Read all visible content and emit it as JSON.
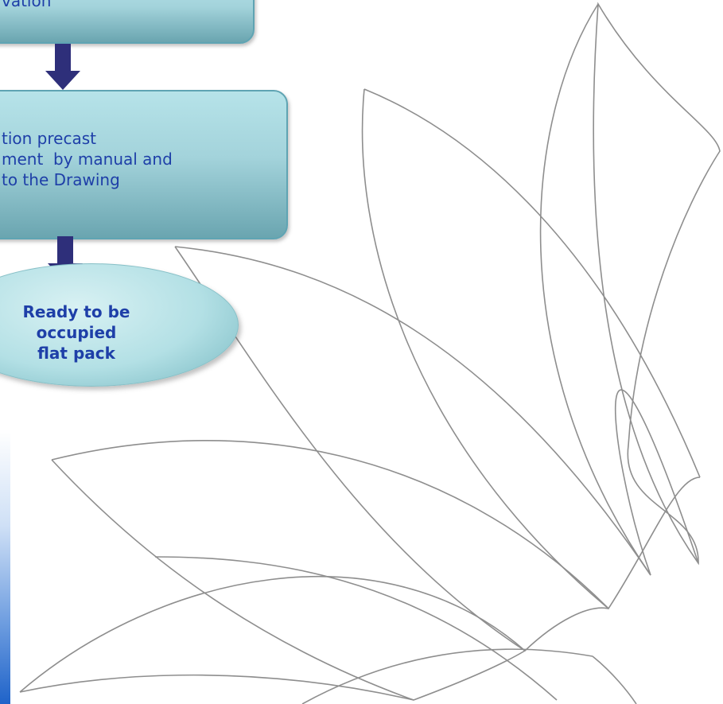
{
  "diagram": {
    "step1_lines": [
      "vation"
    ],
    "step2_lines": [
      "tion precast",
      "ment  by manual and",
      "to the Drawing"
    ],
    "final_lines": [
      "Ready to be",
      "occupied",
      "flat pack"
    ]
  },
  "colors": {
    "box_fill": "#a3d3db",
    "text": "#1e3fa8",
    "arrow": "#2e2f7a",
    "petal_stroke": "#8e8e8e"
  }
}
